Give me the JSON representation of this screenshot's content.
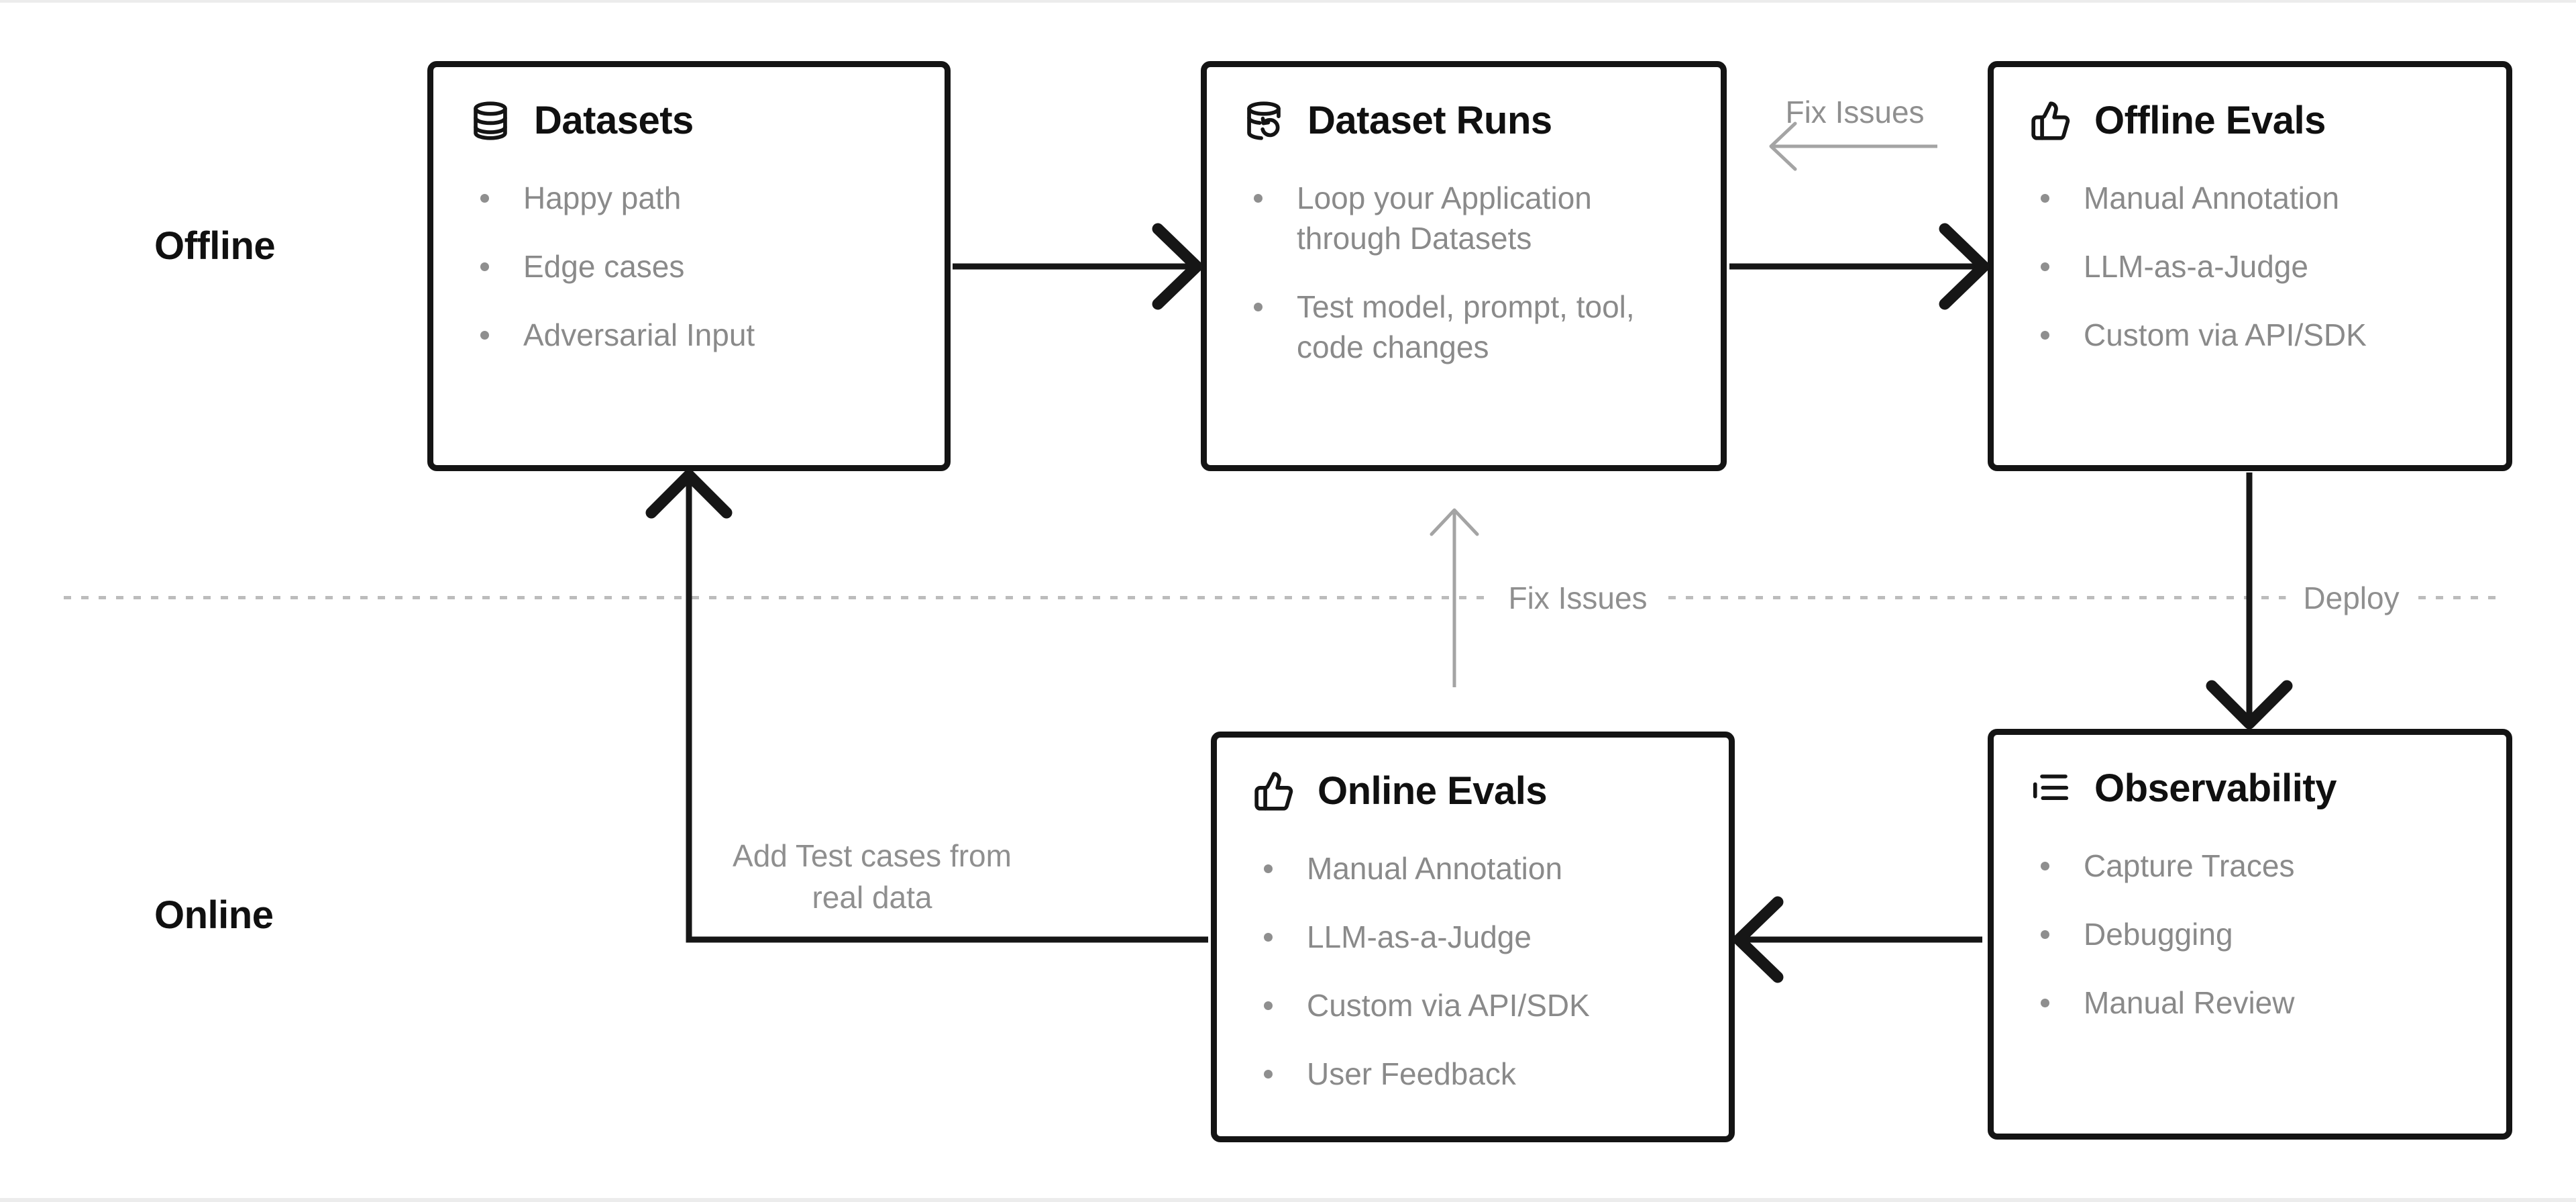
{
  "sections": {
    "offline_label": "Offline",
    "online_label": "Online"
  },
  "boxes": {
    "datasets": {
      "title": "Datasets",
      "icon": "database-icon",
      "items": [
        "Happy path",
        "Edge cases",
        "Adversarial Input"
      ]
    },
    "dataset_runs": {
      "title": "Dataset Runs",
      "icon": "database-refresh-icon",
      "items": [
        "Loop your Application through Datasets",
        "Test model, prompt, tool, code changes"
      ]
    },
    "offline_evals": {
      "title": "Offline Evals",
      "icon": "thumbs-up-icon",
      "items": [
        "Manual Annotation",
        "LLM-as-a-Judge",
        "Custom via API/SDK"
      ]
    },
    "online_evals": {
      "title": "Online Evals",
      "icon": "thumbs-up-icon",
      "items": [
        "Manual Annotation",
        "LLM-as-a-Judge",
        "Custom via API/SDK",
        "User Feedback"
      ]
    },
    "observability": {
      "title": "Observability",
      "icon": "list-tree-icon",
      "items": [
        "Capture Traces",
        "Debugging",
        "Manual Review"
      ]
    }
  },
  "edge_labels": {
    "fix_issues_top": "Fix Issues",
    "fix_issues_middle": "Fix Issues",
    "deploy": "Deploy",
    "add_test_cases": "Add Test cases from real data"
  },
  "colors": {
    "background": "#ffffff",
    "box_border": "#141414",
    "title_text": "#101010",
    "list_text": "#8a8a8a",
    "black_arrow": "#161616",
    "gray_arrow": "#a4a4a4",
    "dashed_line": "#bcbcbc"
  }
}
